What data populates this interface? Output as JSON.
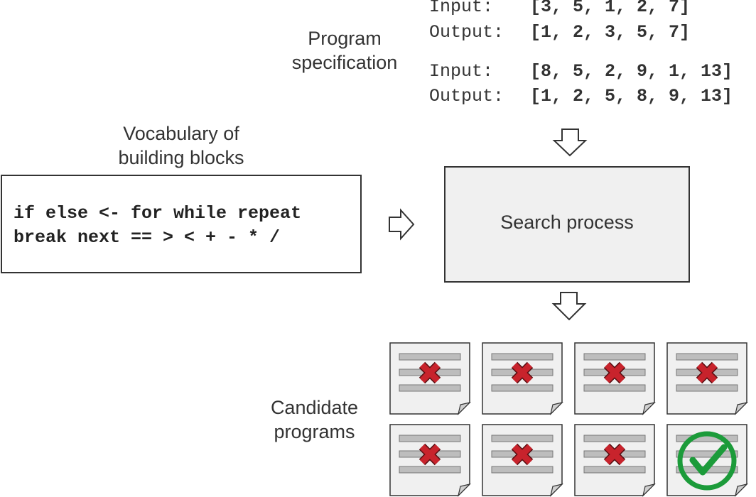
{
  "spec": {
    "label_line1": "Program",
    "label_line2": "specification",
    "examples": [
      {
        "input_key": "Input:",
        "input_val": "[3, 5, 1, 2, 7]",
        "output_key": "Output:",
        "output_val": "[1, 2, 3, 5, 7]"
      },
      {
        "input_key": "Input:",
        "input_val": "[8, 5, 2, 9, 1, 13]",
        "output_key": "Output:",
        "output_val": "[1, 2, 5, 8, 9, 13]"
      }
    ]
  },
  "vocab": {
    "label_line1": "Vocabulary of",
    "label_line2": "building blocks",
    "line1": "if else <- for while repeat",
    "line2": "break next == > < + - * /"
  },
  "search": {
    "label": "Search process"
  },
  "candidates": {
    "label_line1": "Candidate",
    "label_line2": "programs",
    "results": [
      "fail",
      "fail",
      "fail",
      "fail",
      "fail",
      "fail",
      "fail",
      "success"
    ]
  },
  "colors": {
    "ink": "#333333",
    "fail": "#c8232c",
    "success": "#1c9b3a",
    "page": "#f0f0f0",
    "bar": "#bdbdbd"
  },
  "icons": {
    "arrow": "arrow-icon",
    "fail": "cross-icon",
    "success": "check-circle-icon",
    "doc": "document-icon"
  }
}
